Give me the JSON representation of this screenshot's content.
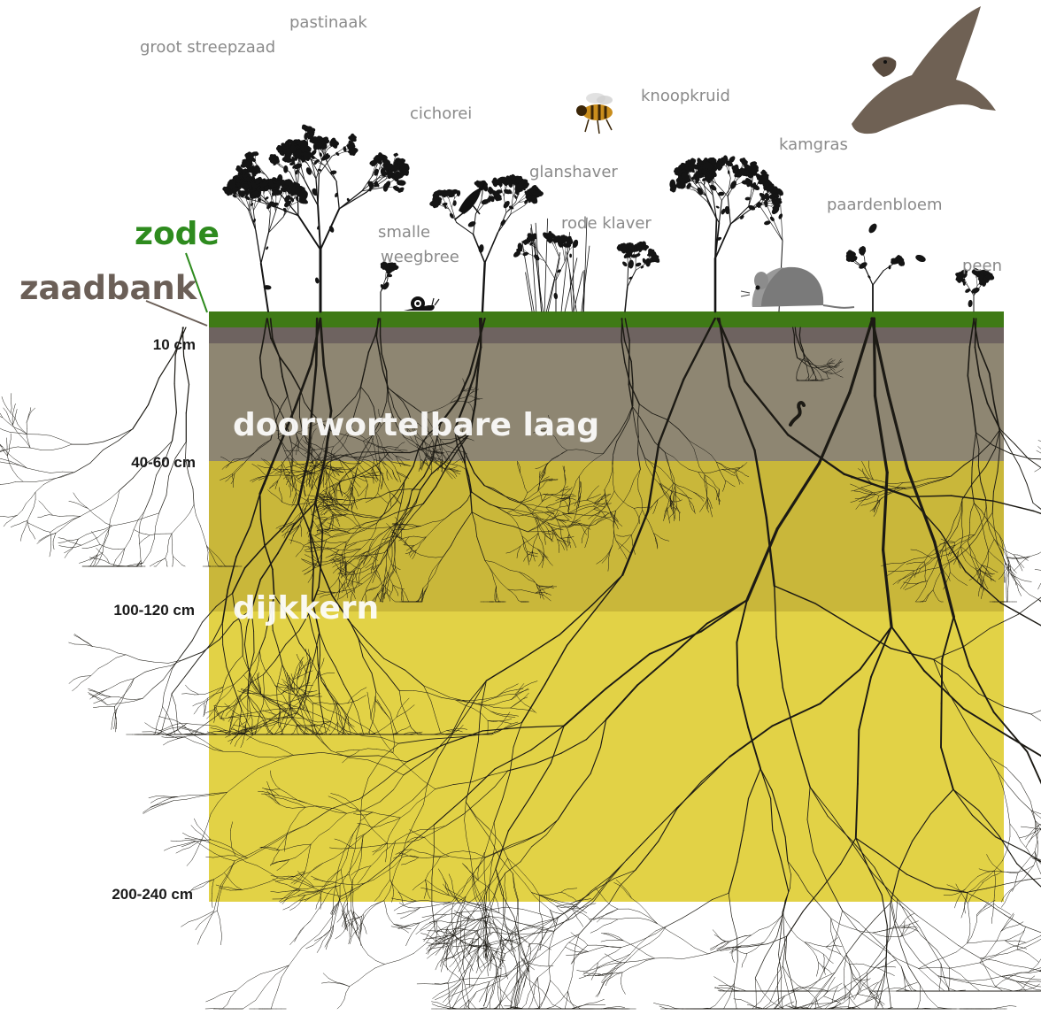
{
  "layers": {
    "sod": "zode",
    "seedbank": "zaadbank",
    "root_layer": "doorwortelbare laag",
    "dike_core": "dijkkern"
  },
  "depths": [
    "10 cm",
    "40-60 cm",
    "100-120 cm",
    "200-240 cm"
  ],
  "species": [
    "groot streepzaad",
    "pastinaak",
    "smalle",
    "weegbree",
    "cichorei",
    "glanshaver",
    "rode klaver",
    "knoopkruid",
    "kamgras",
    "paardenbloem",
    "peen"
  ],
  "colors": {
    "sod": "#3f7a16",
    "seedbank": "#6e6360",
    "root_layer": "#8e8672",
    "dike_core_upper": "#c9b73a",
    "dike_core_lower": "#e2d246",
    "sod_label": "#2e8b1e",
    "seedbank_label": "#6b5f57"
  },
  "icons": [
    "bird-of-prey-icon",
    "bee-icon",
    "snail-icon",
    "mouse-icon",
    "grasshopper-icon"
  ]
}
